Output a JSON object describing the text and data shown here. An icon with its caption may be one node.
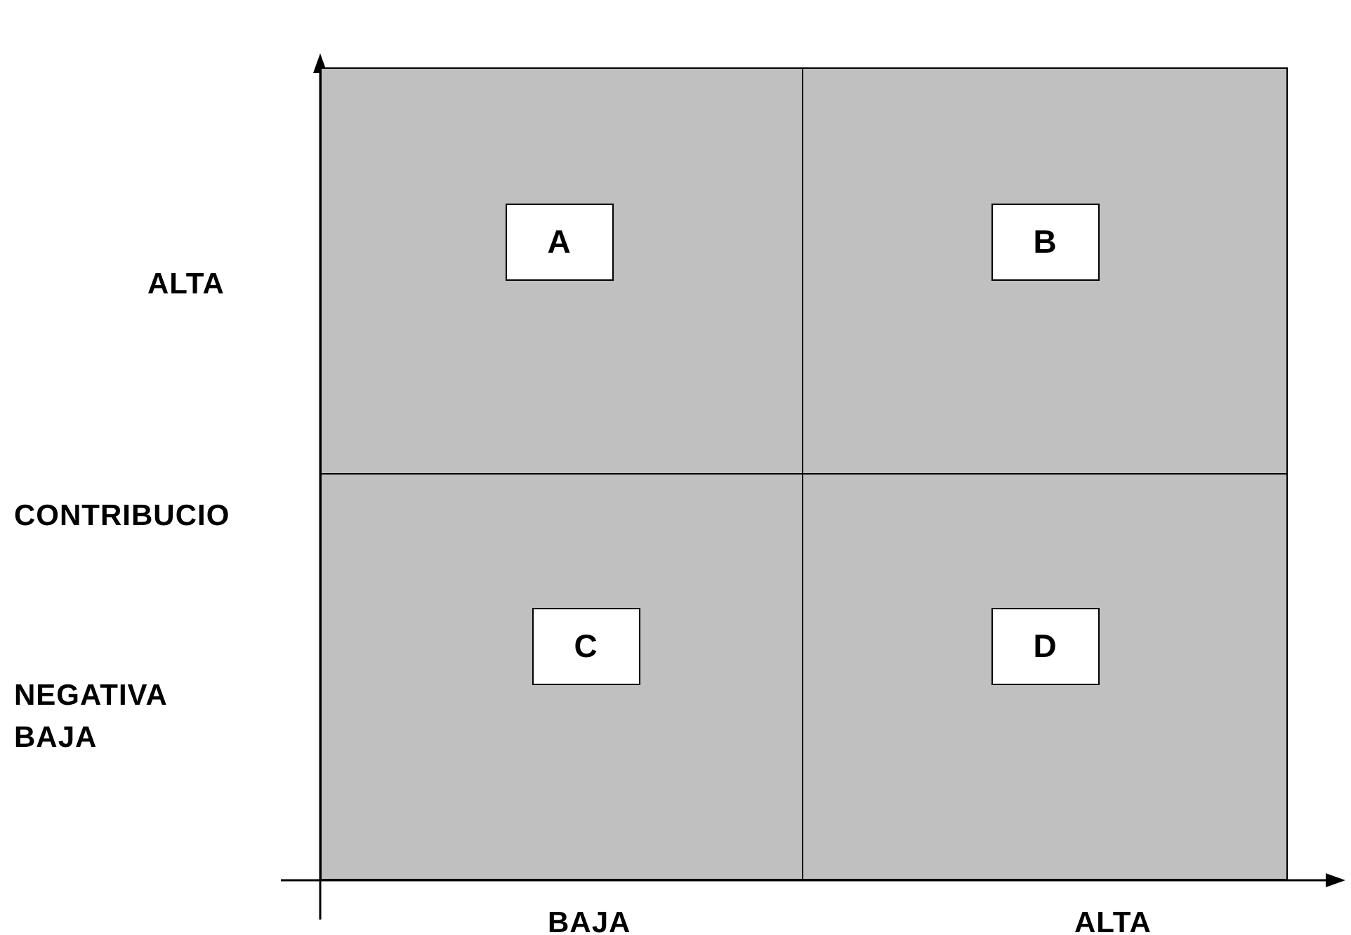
{
  "diagram": {
    "nodes": [
      {
        "text": [],
        "shape": "box"
      },
      {
        "text": [
          "A"
        ],
        "in": 0
      },
      {
        "text": [],
        "shape": "box"
      },
      {
        "text": [
          "B"
        ],
        "in": 2
      },
      {
        "text": [],
        "shape": "box"
      },
      {
        "text": [
          "C"
        ],
        "in": 4
      },
      {
        "text": [],
        "shape": "box"
      },
      {
        "text": [
          "D"
        ],
        "in": 6
      }
    ],
    "labels": [
      "ALTA",
      "CONTRIBUCIO",
      "NEGATIVA",
      "BAJA",
      "BAJA",
      "ALTA"
    ]
  }
}
